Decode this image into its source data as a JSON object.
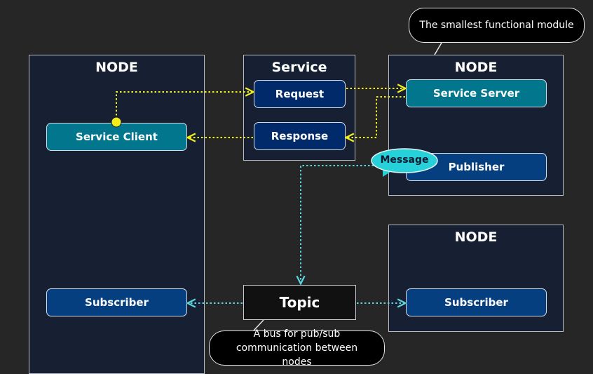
{
  "nodes": {
    "left_title": "NODE",
    "service_title": "Service",
    "right_top_title": "NODE",
    "right_bottom_title": "NODE"
  },
  "boxes": {
    "service_client": "Service Client",
    "subscriber_left": "Subscriber",
    "request": "Request",
    "response": "Response",
    "service_server": "Service Server",
    "publisher": "Publisher",
    "subscriber_right": "Subscriber",
    "topic": "Topic"
  },
  "callouts": {
    "module": "The smallest functional module",
    "bus": "A bus for pub/sub communication between nodes"
  },
  "message_bubble": "Message",
  "colors": {
    "service_arrow": "#f2ee1c",
    "topic_arrow": "#59d7e0",
    "bubble": "#27d1da"
  }
}
